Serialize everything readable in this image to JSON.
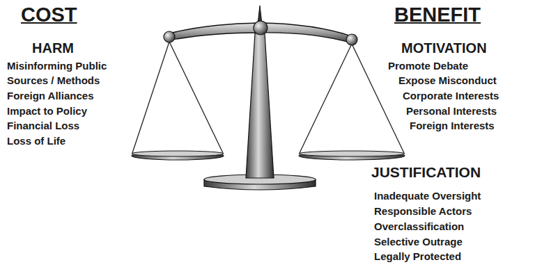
{
  "diagram": {
    "labels": [
      "COST",
      "HARM",
      "Misinforming Public",
      "Sources / Methods",
      "Foreign Alliances",
      "Impact to Policy",
      "Financial Loss",
      "Loss of Life",
      "BENEFIT",
      "MOTIVATION",
      "Promote Debate",
      "Expose Misconduct",
      "Corporate Interests",
      "Personal Interests",
      "Foreign Interests",
      "JUSTIFICATION",
      "Inadequate Oversight",
      "Responsible Actors",
      "Overclassification",
      "Selective Outrage",
      "Legally Protected"
    ]
  }
}
